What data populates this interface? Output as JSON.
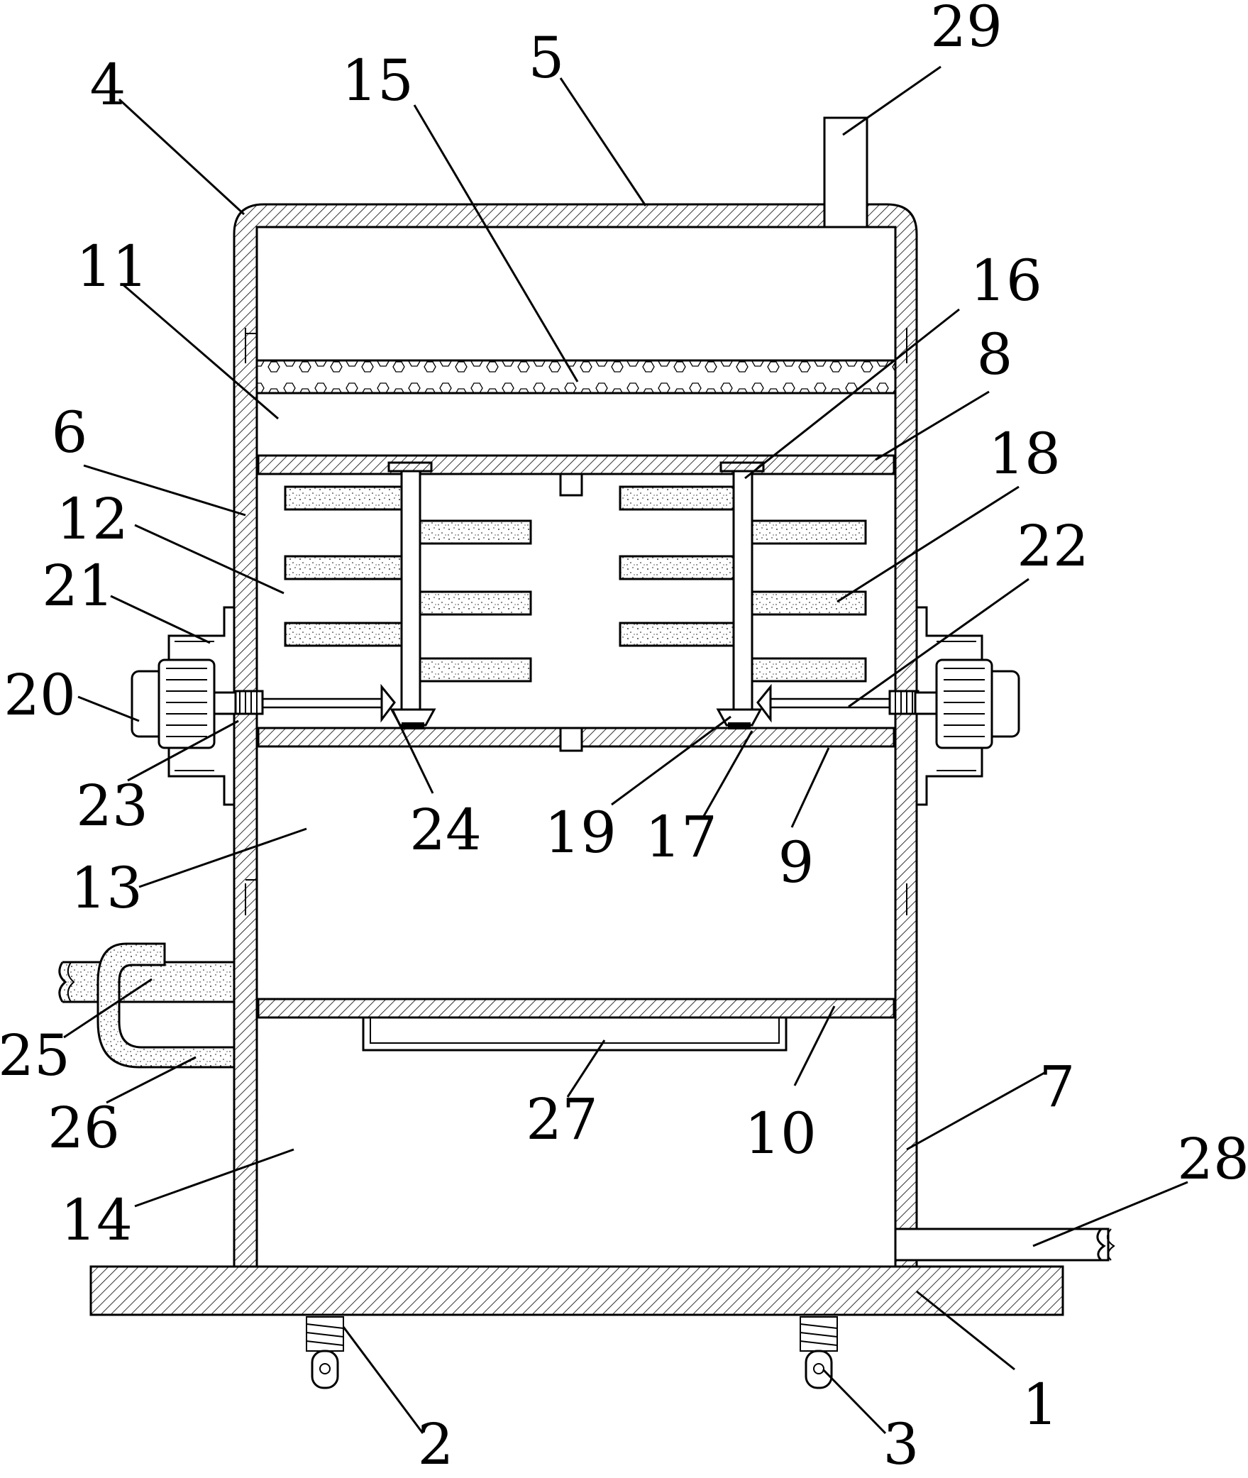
{
  "labels": {
    "n1": "1",
    "n2": "2",
    "n3": "3",
    "n4": "4",
    "n5": "5",
    "n6": "6",
    "n7": "7",
    "n8": "8",
    "n9": "9",
    "n10": "10",
    "n11": "11",
    "n12": "12",
    "n13": "13",
    "n14": "14",
    "n15": "15",
    "n16": "16",
    "n17": "17",
    "n18": "18",
    "n19": "19",
    "n20": "20",
    "n21": "21",
    "n22": "22",
    "n23": "23",
    "n24": "24",
    "n25": "25",
    "n26": "26",
    "n27": "27",
    "n28": "28",
    "n29": "29"
  },
  "colors": {
    "ink": "#000000",
    "paper": "#ffffff"
  }
}
